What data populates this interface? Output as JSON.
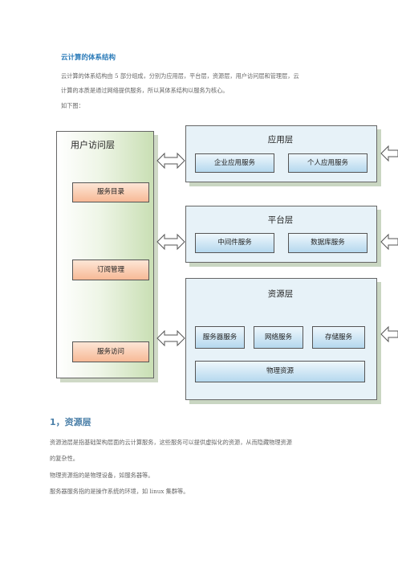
{
  "doc": {
    "title": "云计算的体系结构",
    "intro_line1": "云计算的体系结构由 5 部分组成，分别为应用层，平台层，资源层，用户访问层和管理层，云",
    "intro_line2": "计算的本质是通过网络提供服务，所以其体系结构以服务为核心。",
    "intro_line3": "如下图：",
    "section_heading": "1，资源层",
    "body_line1": "资源池层是指基础架构层面的云计算服务，这些服务可以提供虚拟化的资源，从而隐藏物理资源",
    "body_line2": "的复杂性。",
    "body_line3": "物理资源指的是物理设备，如服务器等。",
    "body_line4": "服务器服务指的是操作系统的环境，如 linux 集群等。"
  },
  "diagram": {
    "user_layer": {
      "title": "用户访问层",
      "items": [
        "服务目录",
        "订阅管理",
        "服务访问"
      ]
    },
    "app_layer": {
      "title": "应用层",
      "items": [
        "企业应用服务",
        "个人应用服务"
      ]
    },
    "platform_layer": {
      "title": "平台层",
      "items": [
        "中间件服务",
        "数据库服务"
      ]
    },
    "resource_layer": {
      "title": "资源层",
      "items": [
        "服务器服务",
        "网络服务",
        "存储服务"
      ],
      "bottom_item": "物理资源"
    },
    "colors": {
      "user_panel_green": "#c9dfb4",
      "orange_box": "#f7b996",
      "layer_bg": "#e7f2f8",
      "blue_box": "#b5d8ee",
      "title_blue": "#2b7bb9"
    }
  }
}
